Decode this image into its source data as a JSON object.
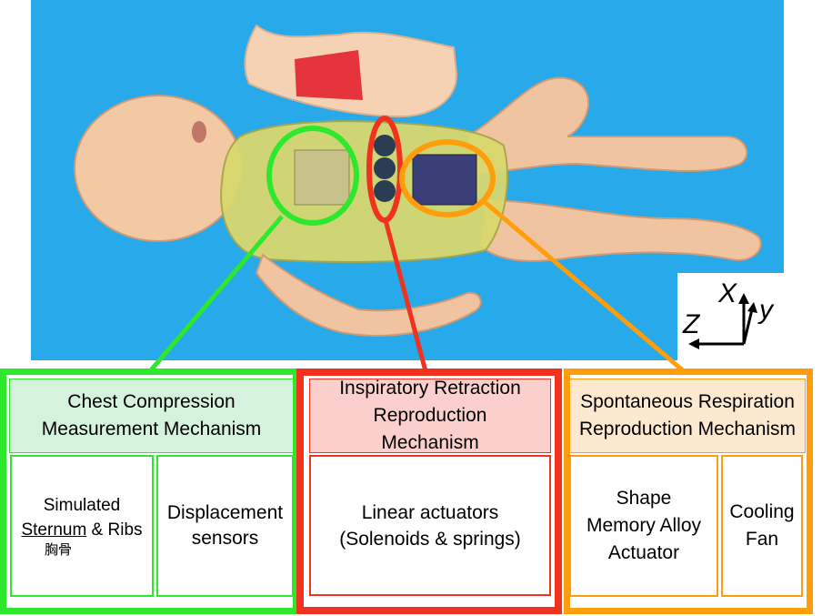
{
  "colors": {
    "background": "#27a9ea",
    "green": "#2ee82e",
    "red": "#f0321e",
    "orange": "#ff9d0a",
    "green_fill": "#d5f2dd",
    "red_fill": "#fbd0cc",
    "orange_fill": "#fde9cf"
  },
  "axes": {
    "x": "X",
    "y": "y",
    "z": "Z"
  },
  "green_panel": {
    "title_line1": "Chest Compression",
    "title_line2": "Measurement Mechanism",
    "sternum_line1": "Simulated",
    "sternum_word": "Sternum",
    "sternum_rest": " & Ribs",
    "sternum_kanji": "胸骨",
    "sensors_line1": "Displacement",
    "sensors_line2": "sensors"
  },
  "red_panel": {
    "title_line1": "Inspiratory Retraction",
    "title_line2": "Reproduction",
    "title_line3": "Mechanism",
    "actuators_line1": "Linear actuators",
    "actuators_line2": "(Solenoids & springs)"
  },
  "orange_panel": {
    "title_line1": "Spontaneous Respiration",
    "title_line2": "Reproduction Mechanism",
    "sma_line1": "Shape",
    "sma_line2": "Memory Alloy",
    "sma_line3": "Actuator",
    "fan_line1": "Cooling",
    "fan_line2": "Fan"
  }
}
